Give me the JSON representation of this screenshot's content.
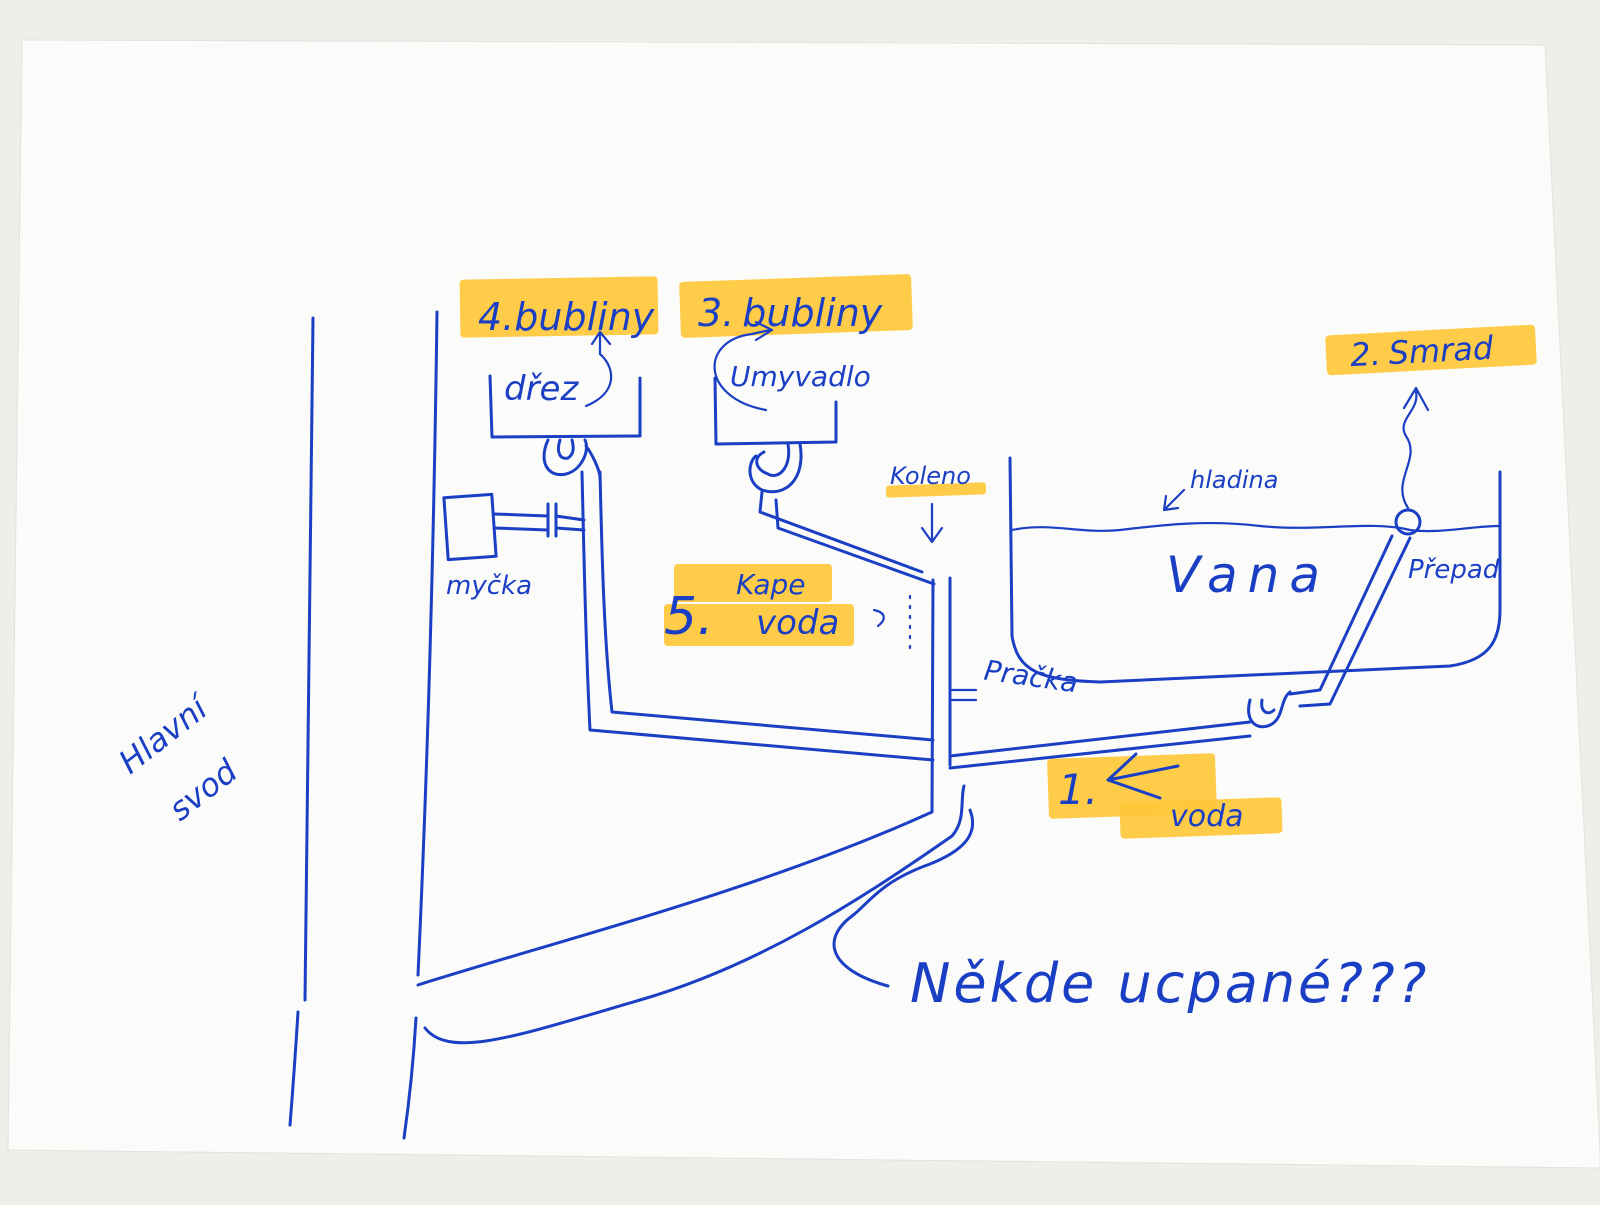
{
  "colors": {
    "ink": "#1a3fc4",
    "highlighter": "#ffc83a",
    "paper": "#fbfbfa",
    "background": "#efeee9"
  },
  "labels": {
    "main_drain": [
      "Hlavní",
      "svod"
    ],
    "sink": "dřez",
    "washbasin": "Umyvadlo",
    "dishwasher": "myčka",
    "elbow": "Koleno",
    "water_level": "hladina",
    "bathtub": "Vana",
    "overflow": "Přepad",
    "washing_machine": "Pračka",
    "somewhere_clogged": "Někde ucpané???"
  },
  "issues": {
    "issue_1": {
      "number": "1.",
      "text": "voda"
    },
    "issue_2": {
      "number": "2.",
      "text": "Smrad"
    },
    "issue_3": {
      "number": "3.",
      "text": "bubliny"
    },
    "issue_4": {
      "number": "4.",
      "text": "bubliny"
    },
    "issue_5": {
      "number": "5.",
      "line1": "Kape",
      "line2": "voda"
    }
  }
}
